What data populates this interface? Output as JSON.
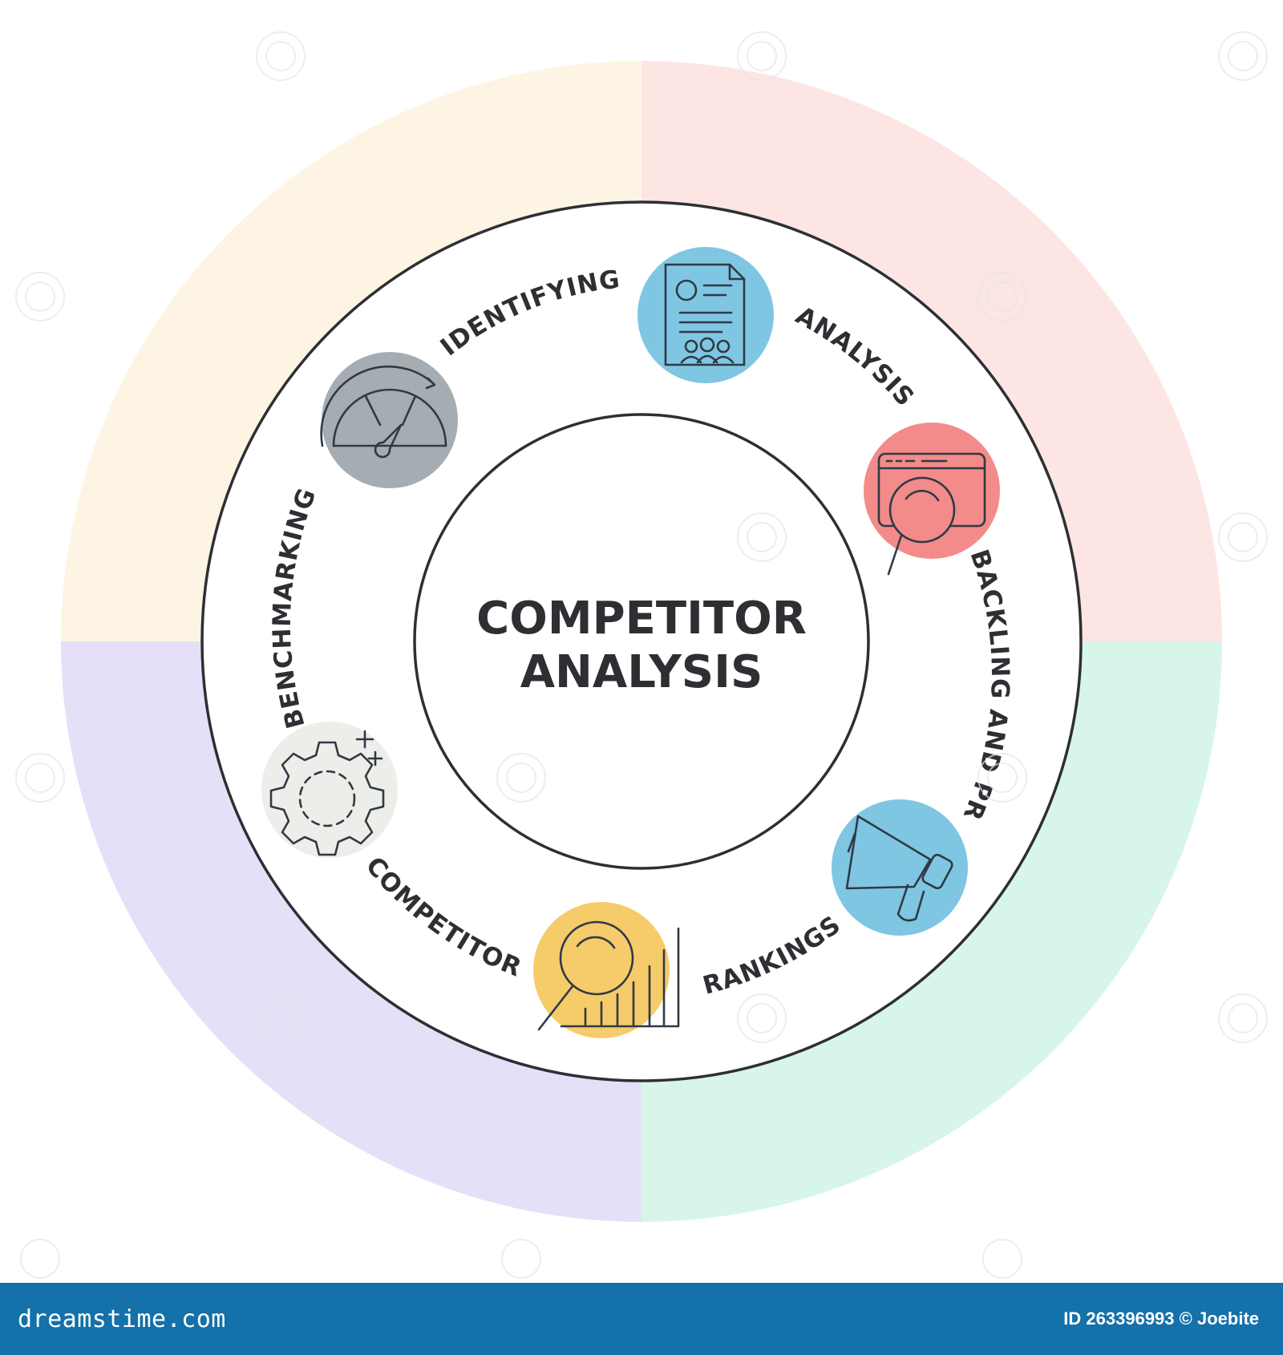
{
  "title": {
    "line1": "COMPETITOR",
    "line2": "ANALYSIS"
  },
  "quadrant_colors": {
    "top_left": "#fdf4e3",
    "top_right": "#fde5e3",
    "bottom_right": "#d8f5ea",
    "bottom_left": "#e5e0f8"
  },
  "steps": [
    {
      "label": "IDENTIFYING",
      "icon": "document-profile-icon",
      "color": "#7fc6e3"
    },
    {
      "label": "ANALYSIS",
      "icon": "browser-magnifier-icon",
      "color": "#f28b8a"
    },
    {
      "label": "BACKLING AND PR",
      "icon": "megaphone-icon",
      "color": "#7fc6e3"
    },
    {
      "label": "RANKINGS",
      "icon": "magnifier-bar-chart-icon",
      "color": "#f6cb6a"
    },
    {
      "label": "COMPETITOR",
      "icon": "gear-sparkle-icon",
      "color": "#ededea"
    },
    {
      "label": "BENCHMARKING",
      "icon": "speedometer-icon",
      "color": "#a5adb3"
    }
  ],
  "footer": {
    "brand": "dreamstime.com",
    "id_label": "ID 263396993",
    "author": "© Joebite"
  }
}
